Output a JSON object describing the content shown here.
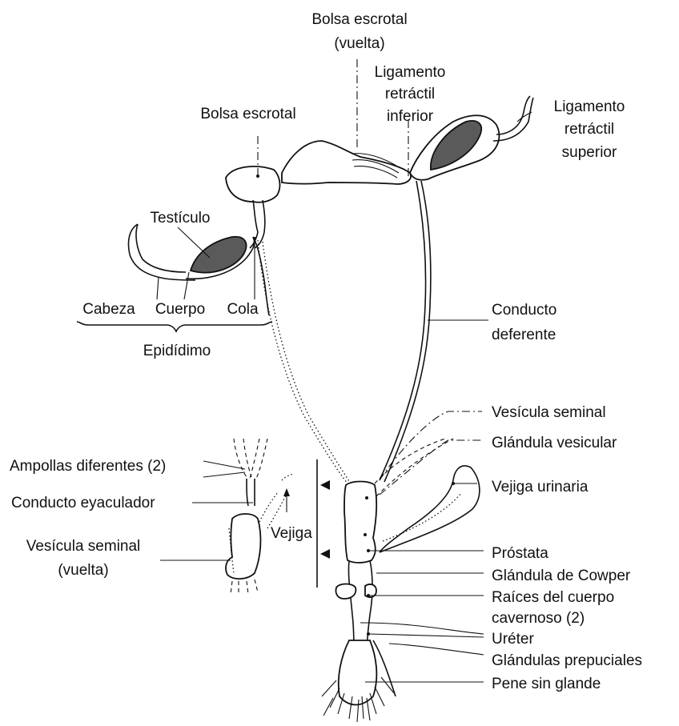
{
  "labels": {
    "bolsa_escrotal_vuelta_1": "Bolsa escrotal",
    "bolsa_escrotal_vuelta_2": "(vuelta)",
    "ligamento_inferior_1": "Ligamento",
    "ligamento_inferior_2": "retráctil",
    "ligamento_inferior_3": "inferior",
    "ligamento_superior_1": "Ligamento",
    "ligamento_superior_2": "retráctil",
    "ligamento_superior_3": "superior",
    "bolsa_escrotal": "Bolsa escrotal",
    "testiculo": "Testículo",
    "cabeza": "Cabeza",
    "cuerpo": "Cuerpo",
    "cola": "Cola",
    "epididimo": "Epidídimo",
    "conducto_deferente_1": "Conducto",
    "conducto_deferente_2": "deferente",
    "vesicula_seminal": "Vesícula seminal",
    "glandula_vesicular": "Glándula vesicular",
    "vejiga_urinaria": "Vejiga urinaria",
    "ampollas": "Ampollas diferentes (2)",
    "conducto_eyaculador": "Conducto eyaculador",
    "vejiga": "Vejiga",
    "vesicula_vuelta_1": "Vesícula seminal",
    "vesicula_vuelta_2": "(vuelta)",
    "prostata": "Próstata",
    "cowper": "Glándula de Cowper",
    "raices_1": "Raíces del cuerpo",
    "raices_2": "cavernoso (2)",
    "ureter": "Uréter",
    "prepuciales": "Glándulas prepuciales",
    "pene": "Pene sin glande"
  }
}
